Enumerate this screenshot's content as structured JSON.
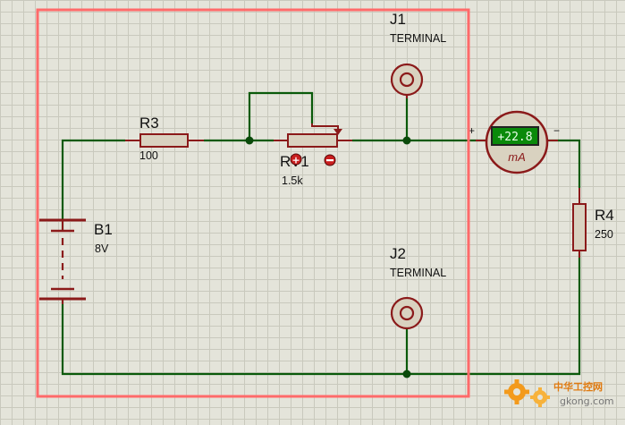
{
  "colors": {
    "wire": "#0a5a0a",
    "component": "#8b1a1a",
    "body_fill": "#d9d2c0",
    "selection": "#ff6a6a",
    "meter_display": "#0a8a0a"
  },
  "components": {
    "r3": {
      "ref": "R3",
      "value": "100"
    },
    "rv1": {
      "ref": "RV1",
      "value": "1.5k"
    },
    "r4": {
      "ref": "R4",
      "value": "250"
    },
    "b1": {
      "ref": "B1",
      "value": "8V"
    },
    "j1": {
      "ref": "J1",
      "type": "TERMINAL"
    },
    "j2": {
      "ref": "J2",
      "type": "TERMINAL"
    },
    "ammeter": {
      "reading": "+22.8",
      "unit": "mA",
      "plus": "+",
      "minus": "−"
    }
  },
  "watermark": {
    "title": "中华工控网",
    "url": "gkong.com"
  }
}
